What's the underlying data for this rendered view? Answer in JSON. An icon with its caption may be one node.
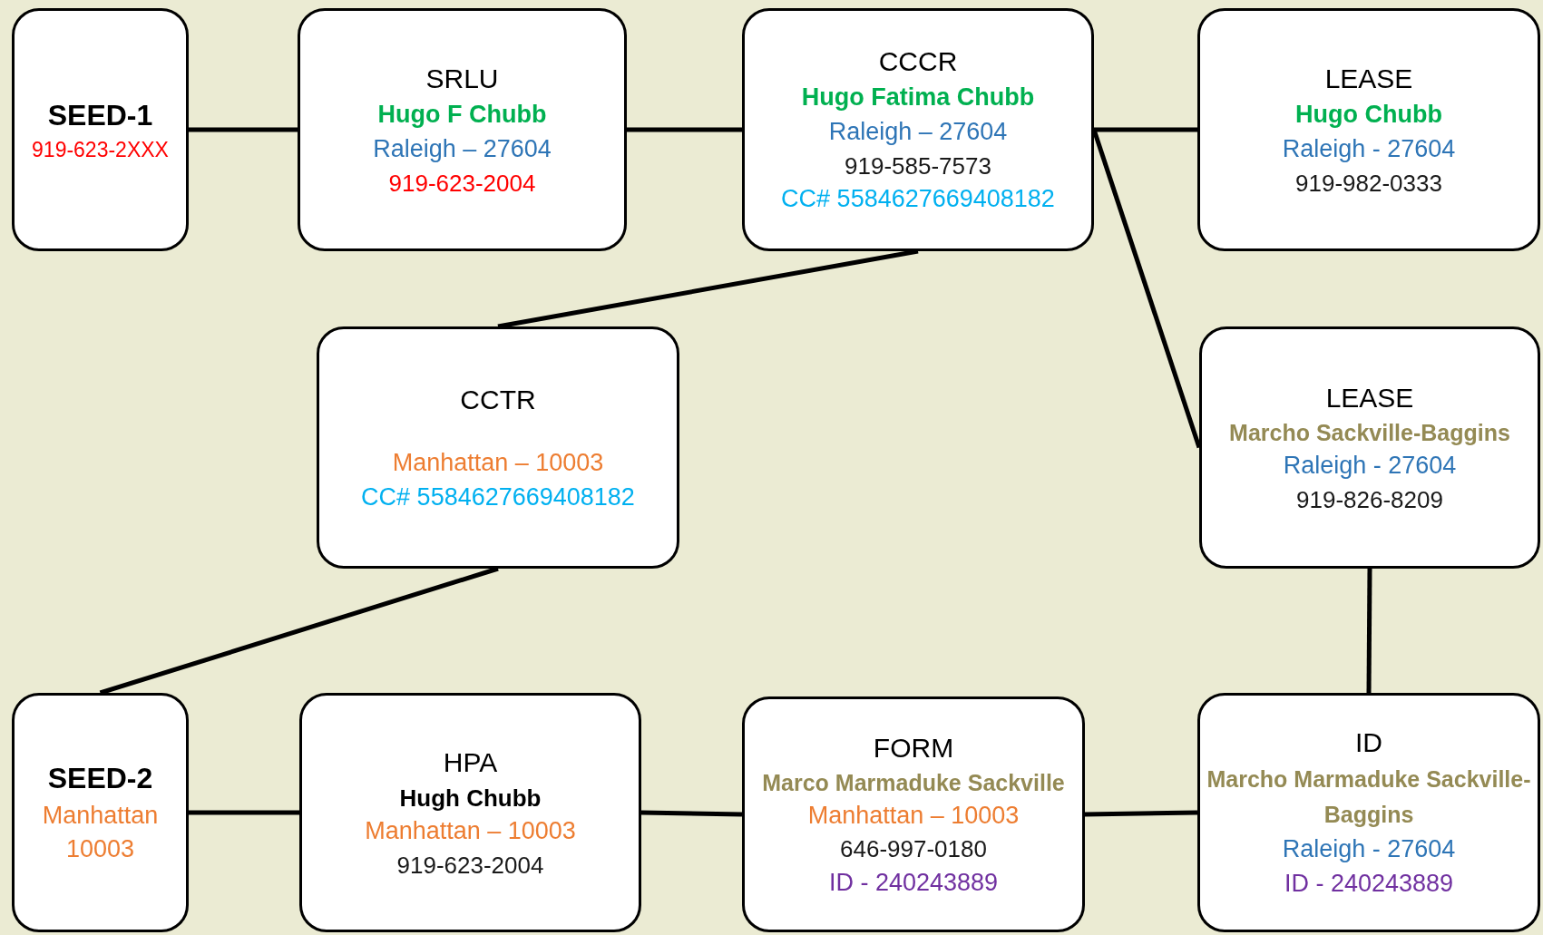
{
  "diagram": {
    "nodes": [
      {
        "text": [
          "SEED-1",
          "919-623-2XXX"
        ]
      },
      {
        "text": [
          "SRLU",
          "Hugo F Chubb",
          "Raleigh – 27604",
          "919-623-2004"
        ]
      },
      {
        "text": [
          "CCCR",
          "Hugo Fatima Chubb",
          "Raleigh – 27604",
          "919-585-7573",
          "CC# 5584627669408182"
        ]
      },
      {
        "text": [
          "LEASE",
          "Hugo Chubb",
          "Raleigh - 27604",
          "919-982-0333"
        ]
      },
      {
        "text": [
          "CCTR",
          "Manhattan – 10003",
          "CC# 5584627669408182"
        ]
      },
      {
        "text": [
          "LEASE",
          "Marcho Sackville-Baggins",
          "Raleigh - 27604",
          "919-826-8209"
        ]
      },
      {
        "text": [
          "SEED-2",
          "Manhattan 10003"
        ]
      },
      {
        "text": [
          "HPA",
          "Hugh Chubb",
          "Manhattan – 10003",
          "919-623-2004"
        ]
      },
      {
        "text": [
          "FORM",
          "Marco Marmaduke Sackville",
          "Manhattan – 10003",
          "646-997-0180",
          "ID - 240243889"
        ]
      },
      {
        "text": [
          "ID",
          "Marcho Marmaduke Sackville-Baggins",
          "Raleigh - 27604",
          "ID - 240243889"
        ]
      }
    ],
    "edges": [
      {
        "from": 0,
        "to": 1,
        "arrow": "none"
      },
      {
        "from": 1,
        "to": 2,
        "arrow": "none"
      },
      {
        "from": 2,
        "to": 3,
        "arrow": "none"
      },
      {
        "from": 2,
        "to": 4,
        "arrow": "none"
      },
      {
        "from": 2,
        "to": 5,
        "arrow": "none"
      },
      {
        "from": 4,
        "to": 6,
        "arrow": "none"
      },
      {
        "from": 5,
        "to": 9,
        "arrow": "none"
      },
      {
        "from": 6,
        "to": 7,
        "arrow": "none"
      },
      {
        "from": 7,
        "to": 8,
        "arrow": "none"
      },
      {
        "from": 8,
        "to": 9,
        "arrow": "none"
      }
    ]
  }
}
